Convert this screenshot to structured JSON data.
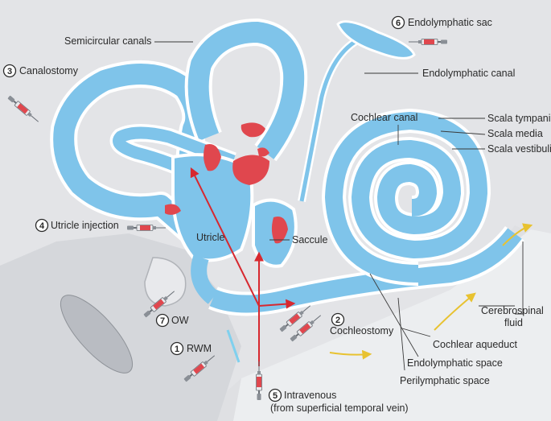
{
  "colors": {
    "bone": "#dfe0e3",
    "bone_dark": "#c9cbcf",
    "fluid_blue": "#7fc4ea",
    "fluid_blue_dark": "#5aaee0",
    "outline": "#ffffff",
    "red_path": "#d7282f",
    "red_blob": "#e0474e",
    "yellow_flow": "#e8c230",
    "window_blue": "#7fd0ee"
  },
  "labels": {
    "semicircular_canals": "Semicircular canals",
    "canalostomy": "Canalostomy",
    "endolymphatic_sac": "Endolymphatic sac",
    "endolymphatic_canal": "Endolymphatic canal",
    "cochlear_canal": "Cochlear canal",
    "scala_tympani": "Scala tympani",
    "scala_media": "Scala media",
    "scala_vestibuli": "Scala vestibuli",
    "utricle_injection": "Utricle injection",
    "utricle": "Utricle",
    "saccule": "Saccule",
    "ow": "OW",
    "cochleostomy": "Cochleostomy",
    "rwm": "RWM",
    "cerebrospinal_fluid_1": "Cerebrospinal",
    "cerebrospinal_fluid_2": "fluid",
    "cochlear_aqueduct": "Cochlear aqueduct",
    "endolymphatic_space": "Endolymphatic space",
    "perilymphatic_space": "Perilymphatic space",
    "intravenous_1": "Intravenous",
    "intravenous_2": "(from superficial temporal vein)"
  },
  "numbers": {
    "n1": "1",
    "n2": "2",
    "n3": "3",
    "n4": "4",
    "n5": "5",
    "n6": "6",
    "n7": "7"
  }
}
